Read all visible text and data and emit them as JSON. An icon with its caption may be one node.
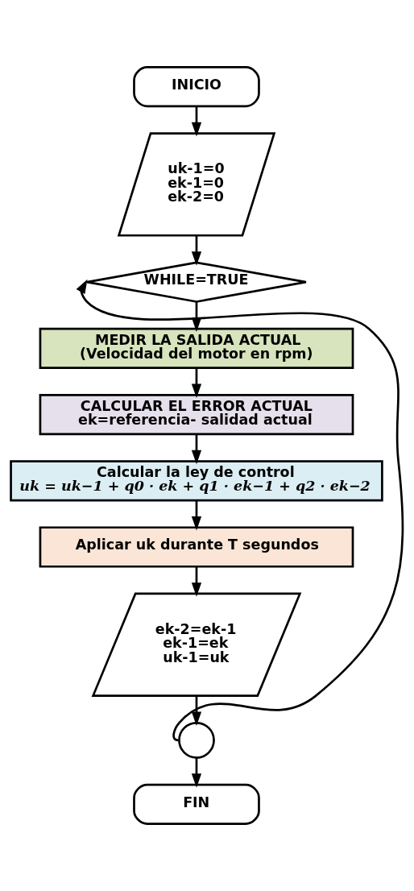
{
  "diagram": {
    "nodes": [
      {
        "text": [
          "INICIO"
        ]
      },
      {
        "text": [
          "uk-1=0",
          "ek-1=0",
          "ek-2=0"
        ]
      },
      {
        "text": [
          "WHILE=TRUE"
        ]
      },
      {
        "text": [
          "MEDIR LA SALIDA ACTUAL",
          "(Velocidad del motor en rpm)"
        ]
      },
      {
        "text": [
          "CALCULAR EL ERROR ACTUAL",
          "ek=referencia- salidad actual"
        ]
      },
      {
        "text": [
          "Calcular la ley de control",
          "uk = uk−1 + q0 · ek + q1 · ek−1 + q2 · ek−2"
        ]
      },
      {
        "text": [
          "Aplicar uk durante T segundos"
        ]
      },
      {
        "text": [
          "ek-2=ek-1",
          "ek-1=ek",
          "uk-1=uk"
        ]
      },
      {
        "text": [],
        "shape": "circle"
      },
      {
        "text": [
          "FIN"
        ]
      }
    ],
    "edges": [
      {
        "from": 0,
        "to": 1,
        "arrow": "to"
      },
      {
        "from": 1,
        "to": 2,
        "arrow": "to"
      },
      {
        "from": 2,
        "to": 3,
        "arrow": "to"
      },
      {
        "from": 3,
        "to": 4,
        "arrow": "to"
      },
      {
        "from": 4,
        "to": 5,
        "arrow": "to"
      },
      {
        "from": 5,
        "to": 6,
        "arrow": "to"
      },
      {
        "from": 6,
        "to": 7,
        "arrow": "to"
      },
      {
        "from": 7,
        "to": 8,
        "arrow": "to"
      },
      {
        "from": 8,
        "to": 2,
        "arrow": "to"
      },
      {
        "from": 8,
        "to": 9,
        "arrow": "to"
      }
    ]
  }
}
